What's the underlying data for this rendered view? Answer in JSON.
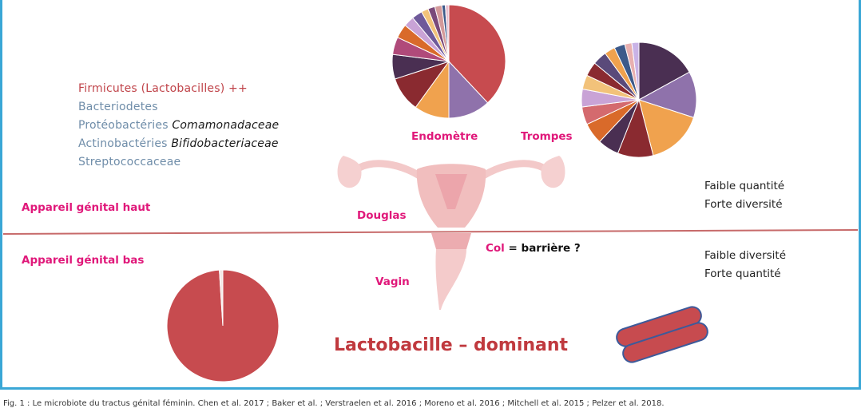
{
  "taxa": [
    {
      "text": "Firmicutes (Lactobacilles) ++",
      "italic": "",
      "tone": "red"
    },
    {
      "text": "Bacteriodetes",
      "italic": "",
      "tone": "blue"
    },
    {
      "text": "Protéobactéries ",
      "italic": "Comamonadaceae",
      "tone": "blue"
    },
    {
      "text": "Actinobactéries ",
      "italic": "Bifidobacteriaceae",
      "tone": "blue"
    },
    {
      "text": "Streptococcaceae",
      "italic": "",
      "tone": "blue"
    }
  ],
  "labels": {
    "endometre": "Endomètre",
    "trompes": "Trompes",
    "douglas": "Douglas",
    "haut": "Appareil génital haut",
    "bas": "Appareil génital bas",
    "col": "Col",
    "barriere": " = barrière ?",
    "vagin": "Vagin",
    "dominant": "Lactobacille – dominant"
  },
  "info_haut": [
    "Faible quantité",
    "Forte diversité"
  ],
  "info_bas": [
    "Faible diversité",
    "Forte quantité"
  ],
  "caption": "Fig. 1 : Le microbiote du tractus génital féminin. Chen et al. 2017 ; Baker et al. ; Verstraelen et al. 2016 ; Moreno et al. 2016 ; Mitchell et al. 2015 ; Pelzer et al. 2018.",
  "colors": {
    "red": "#c74b4f",
    "dark_purple": "#4a2f52",
    "purple": "#8f72ab",
    "orange": "#f0a24e",
    "dark_red": "#8a2a30",
    "magenta": "#e0187a",
    "frame": "#3aa7d6"
  },
  "pie_endometre": [
    {
      "value": 38,
      "color": "#c74b4f"
    },
    {
      "value": 12,
      "color": "#8f72ab"
    },
    {
      "value": 10,
      "color": "#f0a24e"
    },
    {
      "value": 10,
      "color": "#8a2a30"
    },
    {
      "value": 7,
      "color": "#4a2f52"
    },
    {
      "value": 5,
      "color": "#b04a7a"
    },
    {
      "value": 4,
      "color": "#d96a2a"
    },
    {
      "value": 3,
      "color": "#c9a3d6"
    },
    {
      "value": 3,
      "color": "#6f5a9a"
    },
    {
      "value": 2,
      "color": "#f2c27a"
    },
    {
      "value": 2,
      "color": "#7a4a7a"
    },
    {
      "value": 2,
      "color": "#d49a9a"
    },
    {
      "value": 1,
      "color": "#3d5a8a"
    },
    {
      "value": 1,
      "color": "#e8c0d0"
    }
  ],
  "pie_trompes": [
    {
      "value": 17,
      "color": "#4a2f52"
    },
    {
      "value": 13,
      "color": "#8f72ab"
    },
    {
      "value": 16,
      "color": "#f0a24e"
    },
    {
      "value": 10,
      "color": "#8a2a30"
    },
    {
      "value": 6,
      "color": "#4a2f52"
    },
    {
      "value": 6,
      "color": "#d96a2a"
    },
    {
      "value": 5,
      "color": "#d46a6e"
    },
    {
      "value": 5,
      "color": "#c9a3d6"
    },
    {
      "value": 4,
      "color": "#f2c27a"
    },
    {
      "value": 4,
      "color": "#8a2a30"
    },
    {
      "value": 4,
      "color": "#5a4a7a"
    },
    {
      "value": 3,
      "color": "#f0a24e"
    },
    {
      "value": 3,
      "color": "#3d5a8a"
    },
    {
      "value": 2,
      "color": "#e8b0b0"
    },
    {
      "value": 2,
      "color": "#c9b3e6"
    }
  ],
  "pie_vagin": [
    {
      "value": 99,
      "color": "#c74b4f"
    },
    {
      "value": 1,
      "color": "#f3e8e6"
    }
  ]
}
